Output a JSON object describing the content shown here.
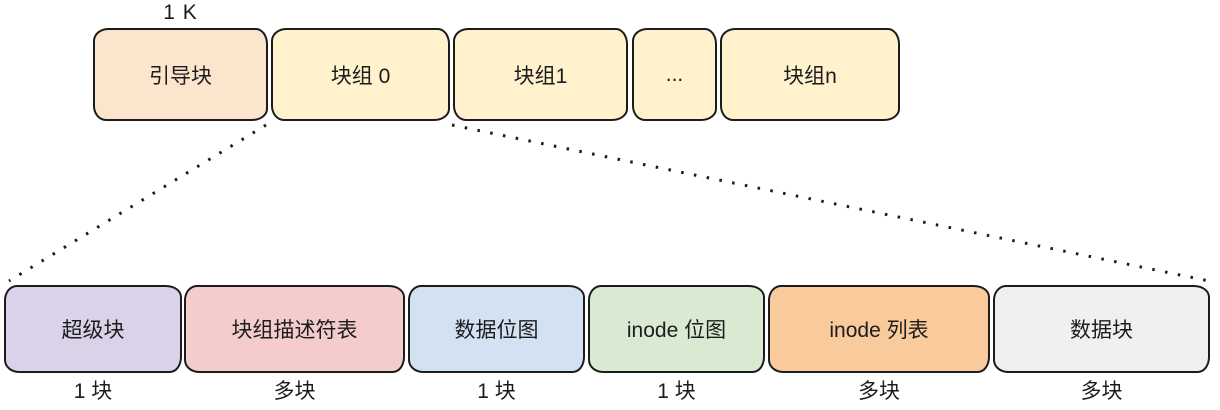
{
  "diagram": {
    "size_label": "1 K",
    "line_color": "#1a1a1a",
    "top_row": [
      {
        "label": "引导块",
        "color": "#fce5cd"
      },
      {
        "label": "块组 0",
        "color": "#fff2cc"
      },
      {
        "label": "块组1",
        "color": "#fff2cc"
      },
      {
        "label": "...",
        "color": "#fff2cc"
      },
      {
        "label": "块组n",
        "color": "#fff2cc"
      }
    ],
    "bottom_row": [
      {
        "label": "超级块",
        "count": "1 块",
        "color": "#d9d2e9"
      },
      {
        "label": "块组描述符表",
        "count": "多块",
        "color": "#f4cccc"
      },
      {
        "label": "数据位图",
        "count": "1 块",
        "color": "#d2e2f3"
      },
      {
        "label": "inode 位图",
        "count": "1 块",
        "color": "#d9ead3"
      },
      {
        "label": "inode 列表",
        "count": "多块",
        "color": "#f9cb9c"
      },
      {
        "label": "数据块",
        "count": "多块",
        "color": "#f0f0f0"
      }
    ]
  }
}
